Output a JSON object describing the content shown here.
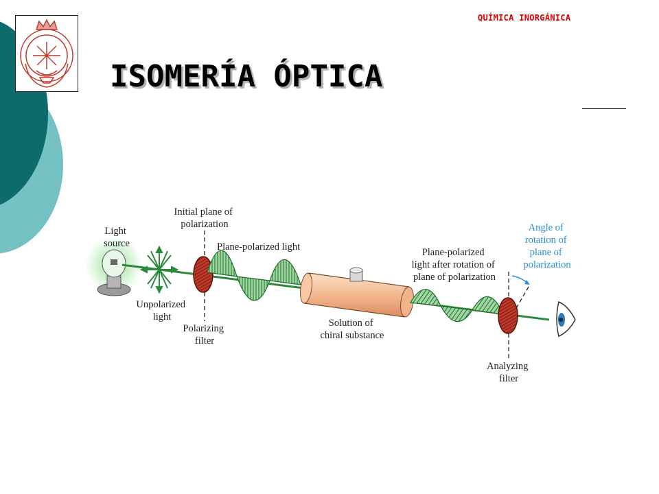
{
  "header": {
    "course": "QUÍMICA INORGÁNICA"
  },
  "title": "ISOMERÍA ÓPTICA",
  "colors": {
    "teal_dark": "#0d6b6b",
    "teal_light": "#74c2c4",
    "header_red": "#e00000",
    "wave_green": "#2a8a3a",
    "filter_red": "#c0392b",
    "tube_orange": "#f2b48a",
    "angle_blue": "#2a8fd6"
  },
  "logo": {
    "icon": "university-crest-icon"
  },
  "diagram": {
    "light_source": [
      "Light",
      "source"
    ],
    "initial_plane": [
      "Initial plane of",
      "polarization"
    ],
    "plane_polarized": "Plane-polarized light",
    "unpolarized": [
      "Unpolarized",
      "light"
    ],
    "polarizing_filter": [
      "Polarizing",
      "filter"
    ],
    "solution": [
      "Solution of",
      "chiral substance"
    ],
    "after_rotation": [
      "Plane-polarized",
      "light after rotation of",
      "plane of polarization"
    ],
    "angle": [
      "Angle of",
      "rotation of",
      "plane of",
      "polarization"
    ],
    "analyzing_filter": [
      "Analyzing",
      "filter"
    ]
  }
}
